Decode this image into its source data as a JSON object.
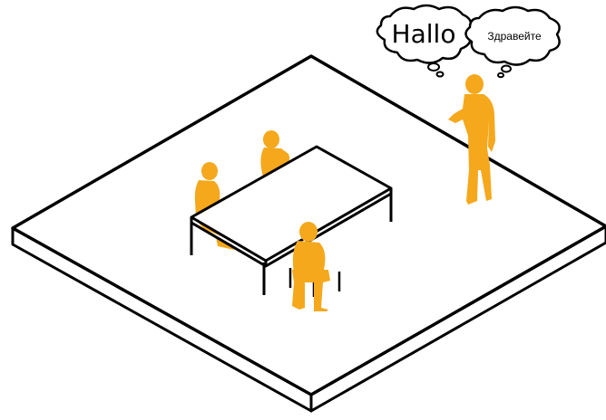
{
  "speech_bubbles": [
    {
      "text": "Hallo"
    },
    {
      "text": "Здравейте"
    }
  ],
  "colors": {
    "figure": "#F5A81C",
    "line": "#000000",
    "platform_top": "#ffffff",
    "platform_edge": "#ffffff"
  },
  "figures": [
    {
      "role": "seated-person-left"
    },
    {
      "role": "seated-person-back"
    },
    {
      "role": "seated-person-front"
    },
    {
      "role": "standing-person"
    }
  ]
}
